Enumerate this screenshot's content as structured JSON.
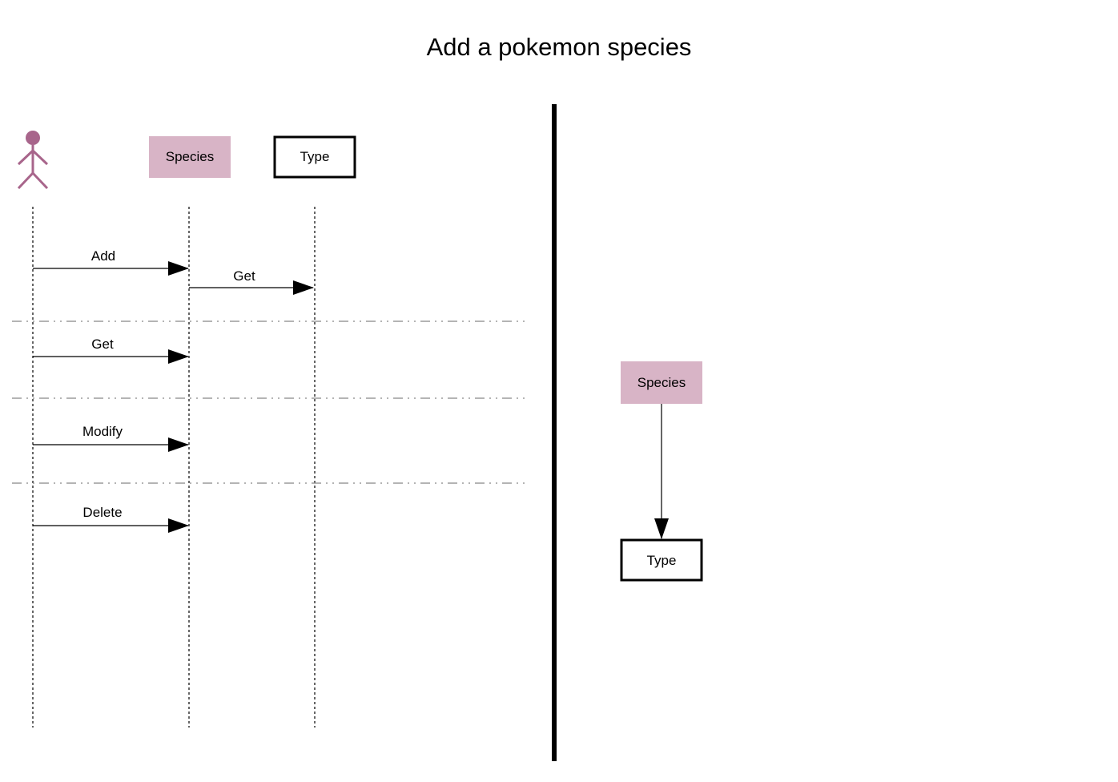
{
  "title": "Add a pokemon species",
  "colors": {
    "actor": "#a8658b",
    "species_fill": "#d8b4c6",
    "line": "#000000",
    "separator": "#888888",
    "type_fill": "#ffffff"
  },
  "sequence_diagram": {
    "participants": [
      {
        "id": "actor",
        "kind": "actor",
        "label": ""
      },
      {
        "id": "species",
        "kind": "class",
        "label": "Species"
      },
      {
        "id": "type",
        "kind": "class",
        "label": "Type"
      }
    ],
    "messages": [
      {
        "label": "Add",
        "from": "actor",
        "to": "species"
      },
      {
        "label": "Get",
        "from": "species",
        "to": "type"
      },
      {
        "label": "Get",
        "from": "actor",
        "to": "species"
      },
      {
        "label": "Modify",
        "from": "actor",
        "to": "species"
      },
      {
        "label": "Delete",
        "from": "actor",
        "to": "species"
      }
    ]
  },
  "class_diagram": {
    "nodes": [
      {
        "id": "species",
        "label": "Species"
      },
      {
        "id": "type",
        "label": "Type"
      }
    ],
    "edges": [
      {
        "from": "species",
        "to": "type"
      }
    ]
  }
}
